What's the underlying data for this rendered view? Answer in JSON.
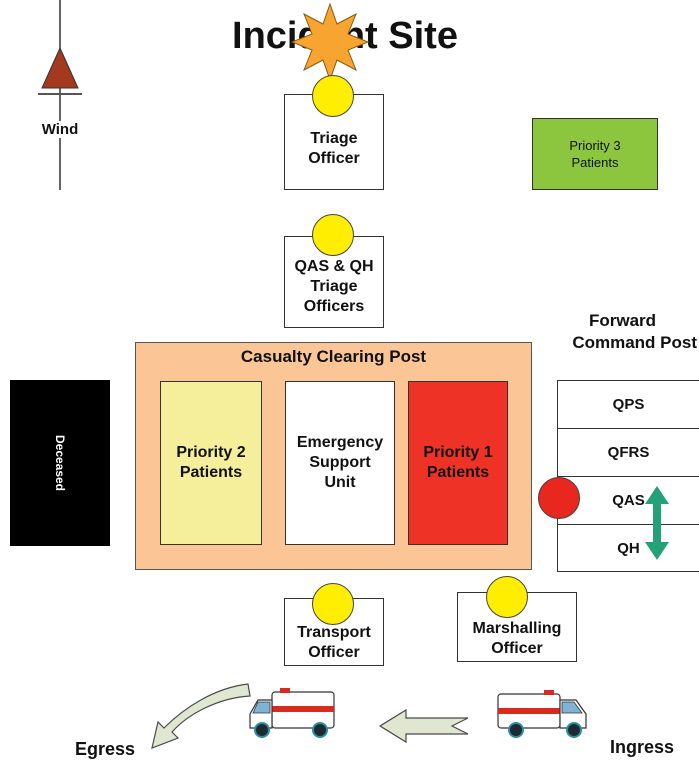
{
  "title": "Incident Site",
  "wind": {
    "label": "Wind"
  },
  "triage_officer": {
    "line1": "Triage",
    "line2": "Officer"
  },
  "qas_qh_triage": {
    "line1": "QAS & QH",
    "line2": "Triage",
    "line3": "Officers"
  },
  "priority3": {
    "line1": "Priority 3",
    "line2": "Patients"
  },
  "ccp": {
    "title": "Casualty Clearing Post",
    "priority2": {
      "line1": "Priority 2",
      "line2": "Patients"
    },
    "esu": {
      "line1": "Emergency",
      "line2": "Support",
      "line3": "Unit"
    },
    "priority1": {
      "line1": "Priority 1",
      "line2": "Patients"
    }
  },
  "deceased": {
    "label": "Deceased"
  },
  "fcp": {
    "title_line1": "Forward",
    "title_line2": "Command Post",
    "units": [
      "QPS",
      "QFRS",
      "QAS",
      "QH"
    ]
  },
  "transport_officer": {
    "line1": "Transport",
    "line2": "Officer"
  },
  "marshalling_officer": {
    "line1": "Marshalling",
    "line2": "Officer"
  },
  "egress": {
    "label": "Egress"
  },
  "ingress": {
    "label": "Ingress"
  },
  "colors": {
    "incident_star": "#f7a530",
    "marker_yellow": "#ffee00",
    "marker_red": "#e8281e",
    "priority3": "#8cc63f",
    "priority2": "#f5ee9b",
    "priority1": "#ee3326",
    "ccp_bg": "#fbc596",
    "deceased": "#000000",
    "wind_cone": "#a3391e",
    "arrow_green": "#24a177"
  }
}
